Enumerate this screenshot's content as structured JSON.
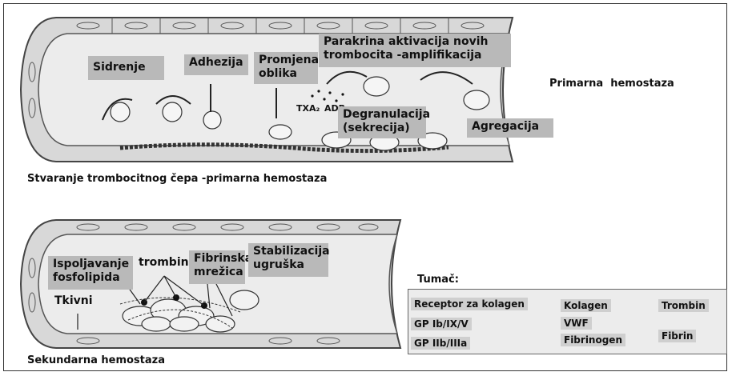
{
  "top": {
    "labels": {
      "sidrenje": "Sidrenje",
      "adhezija": "Adhezija",
      "promjena": "Promjena oblika",
      "parakrina": "Parakrina aktivacija novih trombocita -amplifikacija",
      "txa2": "TXA₂",
      "adp": "ADP",
      "degranulacija": "Degranulacija (sekrecija)",
      "agregacija": "Agregacija",
      "primarna": "Primarna  hemostaza"
    },
    "caption": "Stvaranje trombocitnog čepa -primarna hemostaza"
  },
  "bottom": {
    "labels": {
      "ispoljavanje": "Ispoljavanje fosfolipida",
      "trombin": "trombin",
      "fibrinska": "Fibrinska mrežica",
      "stabilizacija": "Stabilizacija ugruška",
      "tkivni": "Tkivni"
    },
    "caption": "Sekundarna hemostaza"
  },
  "legend": {
    "title": "Tumač:",
    "receptor": "Receptor za kolagen",
    "gpib": "GP Ib/IX/V",
    "gpiib": "GP IIb/IIIa",
    "kolagen": "Kolagen",
    "vwf": "VWF",
    "fibrinogen": "Fibrinogen",
    "trombin": "Trombin",
    "fibrin": "Fibrin"
  }
}
